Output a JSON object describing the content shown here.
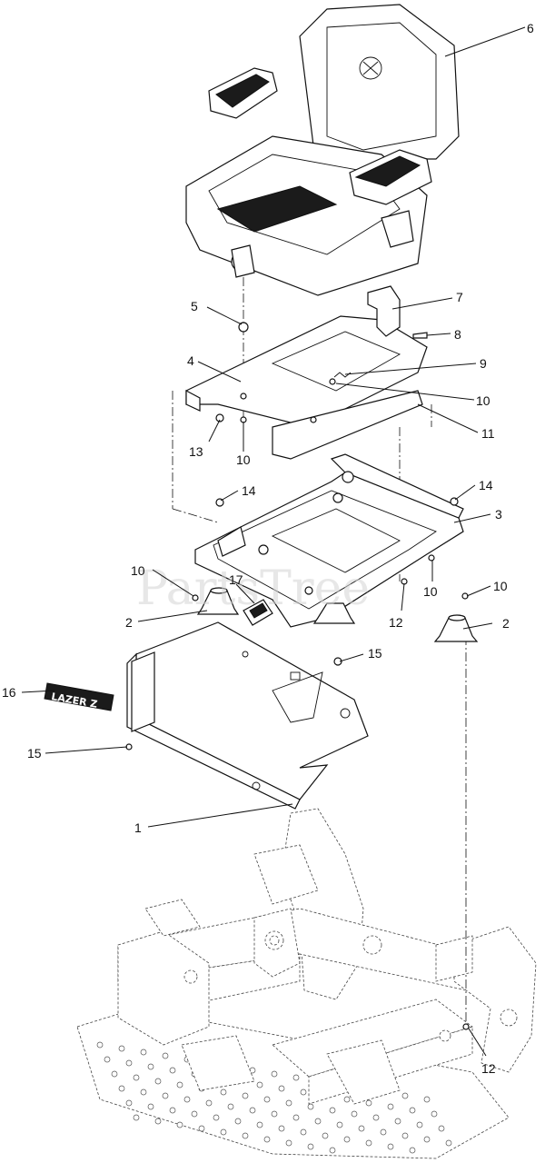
{
  "watermark": "PartsTree",
  "emblem_text": "LAZER Z",
  "callouts": [
    "6",
    "7",
    "8",
    "5",
    "4",
    "9",
    "10",
    "11",
    "13",
    "10",
    "14",
    "14",
    "3",
    "10",
    "17",
    "10",
    "10",
    "2",
    "12",
    "2",
    "15",
    "16",
    "15",
    "1",
    "12"
  ]
}
